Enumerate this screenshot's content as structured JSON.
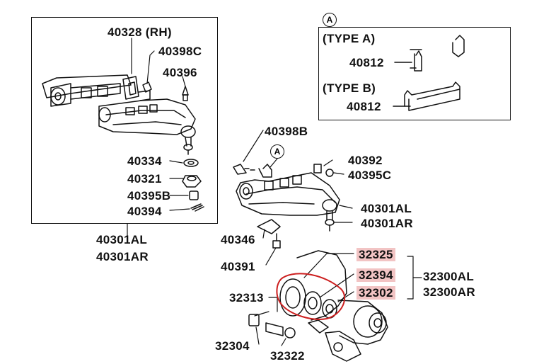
{
  "callout_letter": "A",
  "type_box": {
    "type_a": "(TYPE A)",
    "type_b": "(TYPE B)",
    "part_a": "40812",
    "part_b": "40812"
  },
  "left_box": {
    "labels": [
      "40328 (RH)",
      "40398C",
      "40396",
      "40334",
      "40321",
      "40395B",
      "40394"
    ],
    "assembly": [
      "40301AL",
      "40301AR"
    ]
  },
  "center": {
    "labels": [
      "40398B",
      "40392",
      "40395C",
      "40346",
      "40391"
    ],
    "assembly": [
      "40301AL",
      "40301AR"
    ]
  },
  "knuckle": {
    "highlighted": [
      "32325",
      "32394",
      "32302"
    ],
    "assembly": [
      "32300AL",
      "32300AR"
    ],
    "labels": [
      "32313",
      "32304",
      "32322"
    ]
  },
  "colors": {
    "highlight_fill": "#f2c4c4",
    "circle_stroke": "#cc1f1f",
    "line": "#111111"
  }
}
